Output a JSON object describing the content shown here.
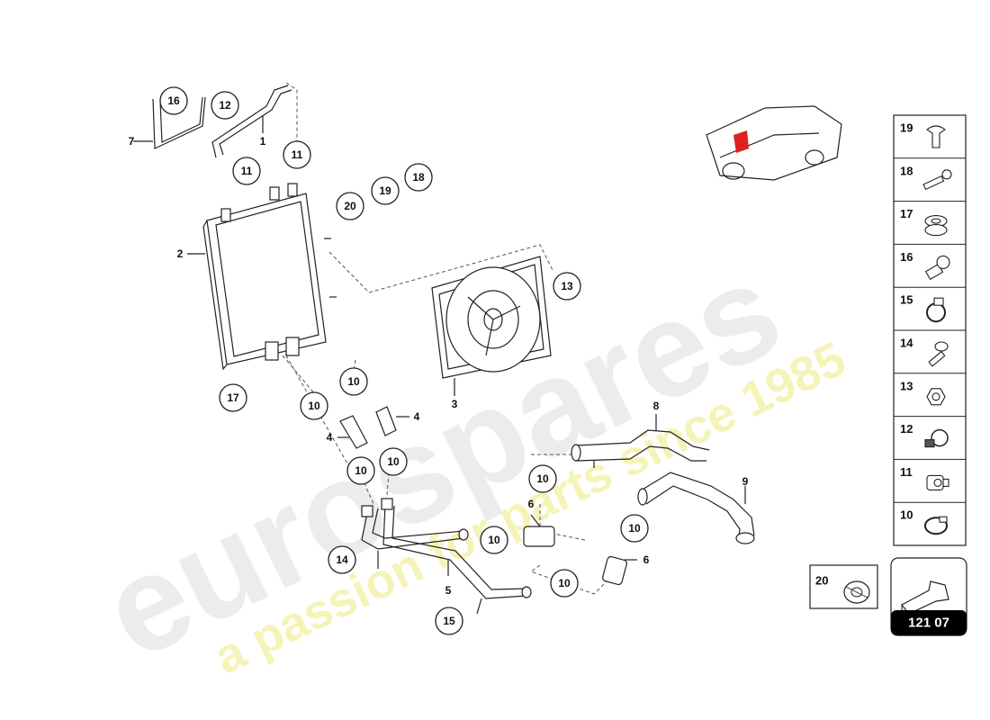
{
  "watermark": {
    "brand": "eurospares",
    "tagline": "a passion for parts since 1985"
  },
  "callouts": [
    {
      "id": "c16a",
      "label": "16"
    },
    {
      "id": "c12a",
      "label": "12"
    },
    {
      "id": "c11a",
      "label": "11"
    },
    {
      "id": "c11b",
      "label": "11"
    },
    {
      "id": "c20a",
      "label": "20"
    },
    {
      "id": "c19a",
      "label": "19"
    },
    {
      "id": "c18a",
      "label": "18"
    },
    {
      "id": "c13a",
      "label": "13"
    },
    {
      "id": "c17a",
      "label": "17"
    },
    {
      "id": "c10a",
      "label": "10"
    },
    {
      "id": "c10b",
      "label": "10"
    },
    {
      "id": "c10c",
      "label": "10"
    },
    {
      "id": "c10d",
      "label": "10"
    },
    {
      "id": "c10e",
      "label": "10"
    },
    {
      "id": "c10f",
      "label": "10"
    },
    {
      "id": "c10g",
      "label": "10"
    },
    {
      "id": "c10h",
      "label": "10"
    },
    {
      "id": "c14a",
      "label": "14"
    },
    {
      "id": "c15a",
      "label": "15"
    }
  ],
  "part_labels": [
    {
      "id": "p7",
      "label": "7"
    },
    {
      "id": "p1",
      "label": "1"
    },
    {
      "id": "p2",
      "label": "2"
    },
    {
      "id": "p3",
      "label": "3"
    },
    {
      "id": "p4a",
      "label": "4"
    },
    {
      "id": "p4b",
      "label": "4"
    },
    {
      "id": "p8",
      "label": "8"
    },
    {
      "id": "p9",
      "label": "9"
    },
    {
      "id": "p6a",
      "label": "6"
    },
    {
      "id": "p6b",
      "label": "6"
    },
    {
      "id": "p5",
      "label": "5"
    }
  ],
  "legend": [
    {
      "number": "19",
      "icon": "clip-rivet-icon"
    },
    {
      "number": "18",
      "icon": "bolt-icon"
    },
    {
      "number": "17",
      "icon": "grommet-icon"
    },
    {
      "number": "16",
      "icon": "plug-fastener-icon"
    },
    {
      "number": "15",
      "icon": "hose-clamp-icon"
    },
    {
      "number": "14",
      "icon": "screw-icon"
    },
    {
      "number": "13",
      "icon": "hex-nut-icon"
    },
    {
      "number": "12",
      "icon": "clip-holder-icon"
    },
    {
      "number": "11",
      "icon": "spring-clip-icon"
    },
    {
      "number": "10",
      "icon": "band-clamp-icon"
    }
  ],
  "extra_part": {
    "number": "20",
    "icon": "bushing-icon"
  },
  "page_code": "121 07",
  "colors": {
    "line": "#222222",
    "highlight": "#e02020",
    "watermark_gray": "#e8e8e8",
    "watermark_yellow": "#f6f3b6",
    "badge_bg": "#000000"
  }
}
